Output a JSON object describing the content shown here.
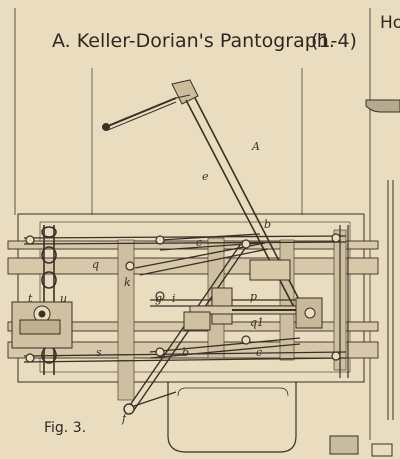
{
  "header": {
    "title": "A. Keller-Dorian's Pantograph.",
    "range": "(1-4)",
    "corner_text": "Ho"
  },
  "figure": {
    "caption": "Fig. 3."
  },
  "labels": {
    "A": "A",
    "e": "e",
    "b_top": "b",
    "c_top": "c",
    "q": "q",
    "k": "k",
    "g": "g",
    "i": "i",
    "p": "p",
    "t": "t",
    "u": "u",
    "q1": "q1",
    "s": "s",
    "b_bottom": "b",
    "c_bottom": "c",
    "f": "f"
  },
  "colors": {
    "paper": "#e9dcbf",
    "ink": "#3a3026"
  }
}
